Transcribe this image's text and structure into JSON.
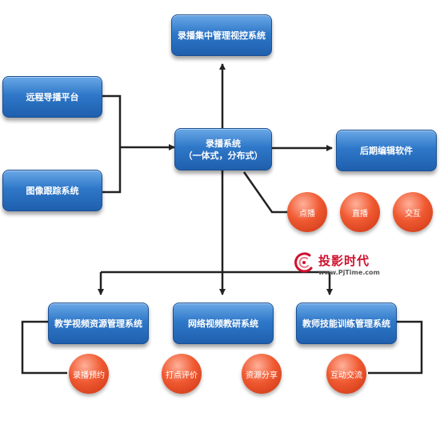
{
  "nodes": {
    "top": "录播集中管理视控系统",
    "remote": "远程导播平台",
    "tracking": "图像跟踪系统",
    "center_line1": "录播系统",
    "center_line2": "（一体式，分布式）",
    "post_edit": "后期编辑软件",
    "teaching_resource": "教学视频资源管理系统",
    "network_research": "网络视频教研系统",
    "teacher_training": "教师技能训练管理系统"
  },
  "circles": {
    "vod": "点播",
    "live": "直播",
    "interact": "交互",
    "schedule": "录播预约",
    "evaluate": "打点评价",
    "share": "资源分享",
    "exchange": "互动交流"
  },
  "watermark": {
    "title": "投影时代",
    "url": "www.PjTime.com"
  },
  "colors": {
    "node_blue": "#2f78c9",
    "circle_orange": "#f05a32",
    "line": "#222222",
    "logo_red": "#d0102c"
  }
}
